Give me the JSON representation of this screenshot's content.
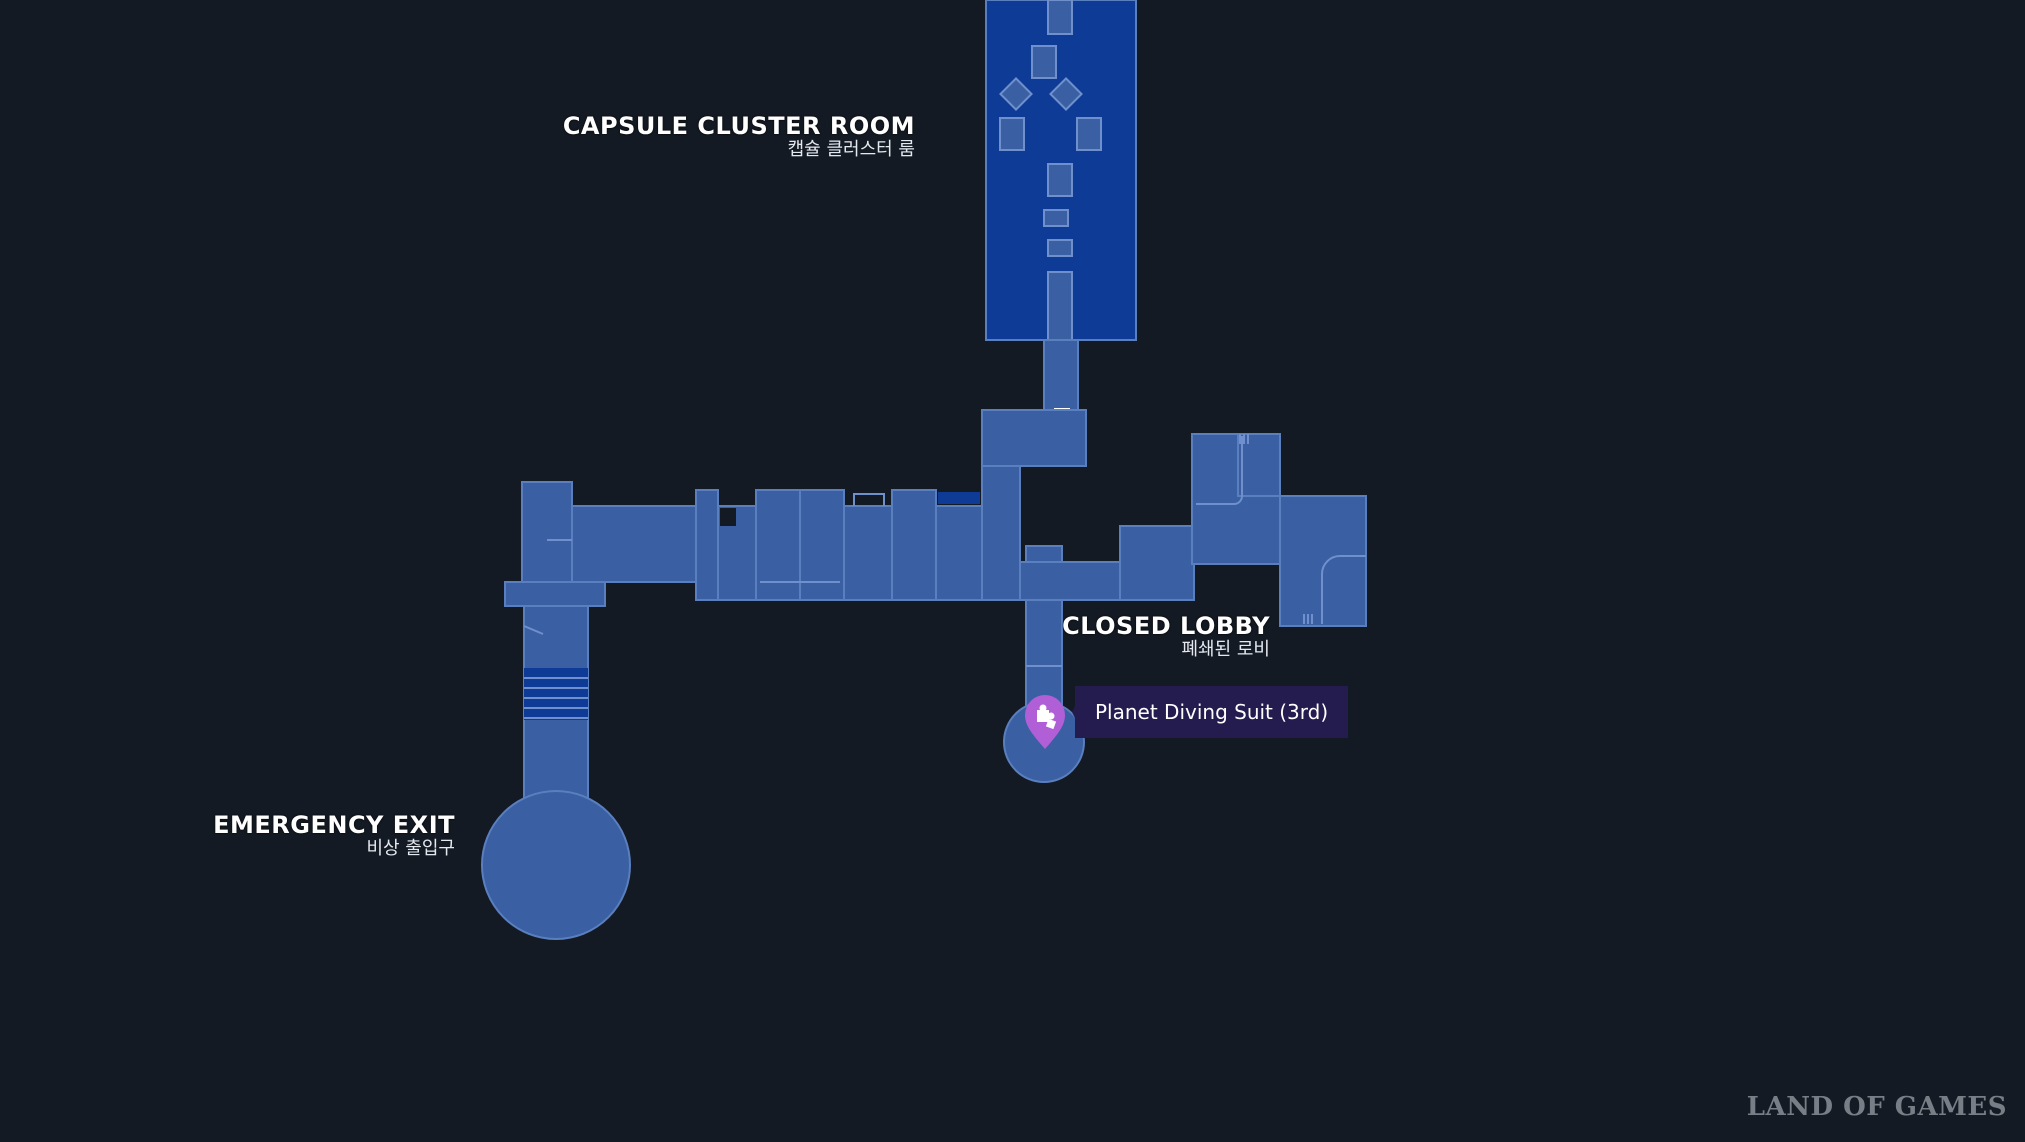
{
  "map": {
    "rooms": [
      {
        "id": "capsule-cluster-room",
        "name_en": "CAPSULE CLUSTER ROOM",
        "name_ko": "캡슐 클러스터 룸"
      },
      {
        "id": "closed-lobby",
        "name_en": "CLOSED LOBBY",
        "name_ko": "폐쇄된 로비"
      },
      {
        "id": "emergency-exit",
        "name_en": "EMERGENCY EXIT",
        "name_ko": "비상 출입구"
      }
    ],
    "marker": {
      "label": "Planet Diving Suit (3rd)",
      "icon": "puzzle-piece-icon",
      "color": "#b05fd6"
    }
  },
  "watermark": "LAND OF GAMES",
  "colors": {
    "background": "#141a23",
    "room_fill": "#3a5fa2",
    "capsule_room_fill": "#0d3b95",
    "tooltip_bg": "#241b4e"
  }
}
